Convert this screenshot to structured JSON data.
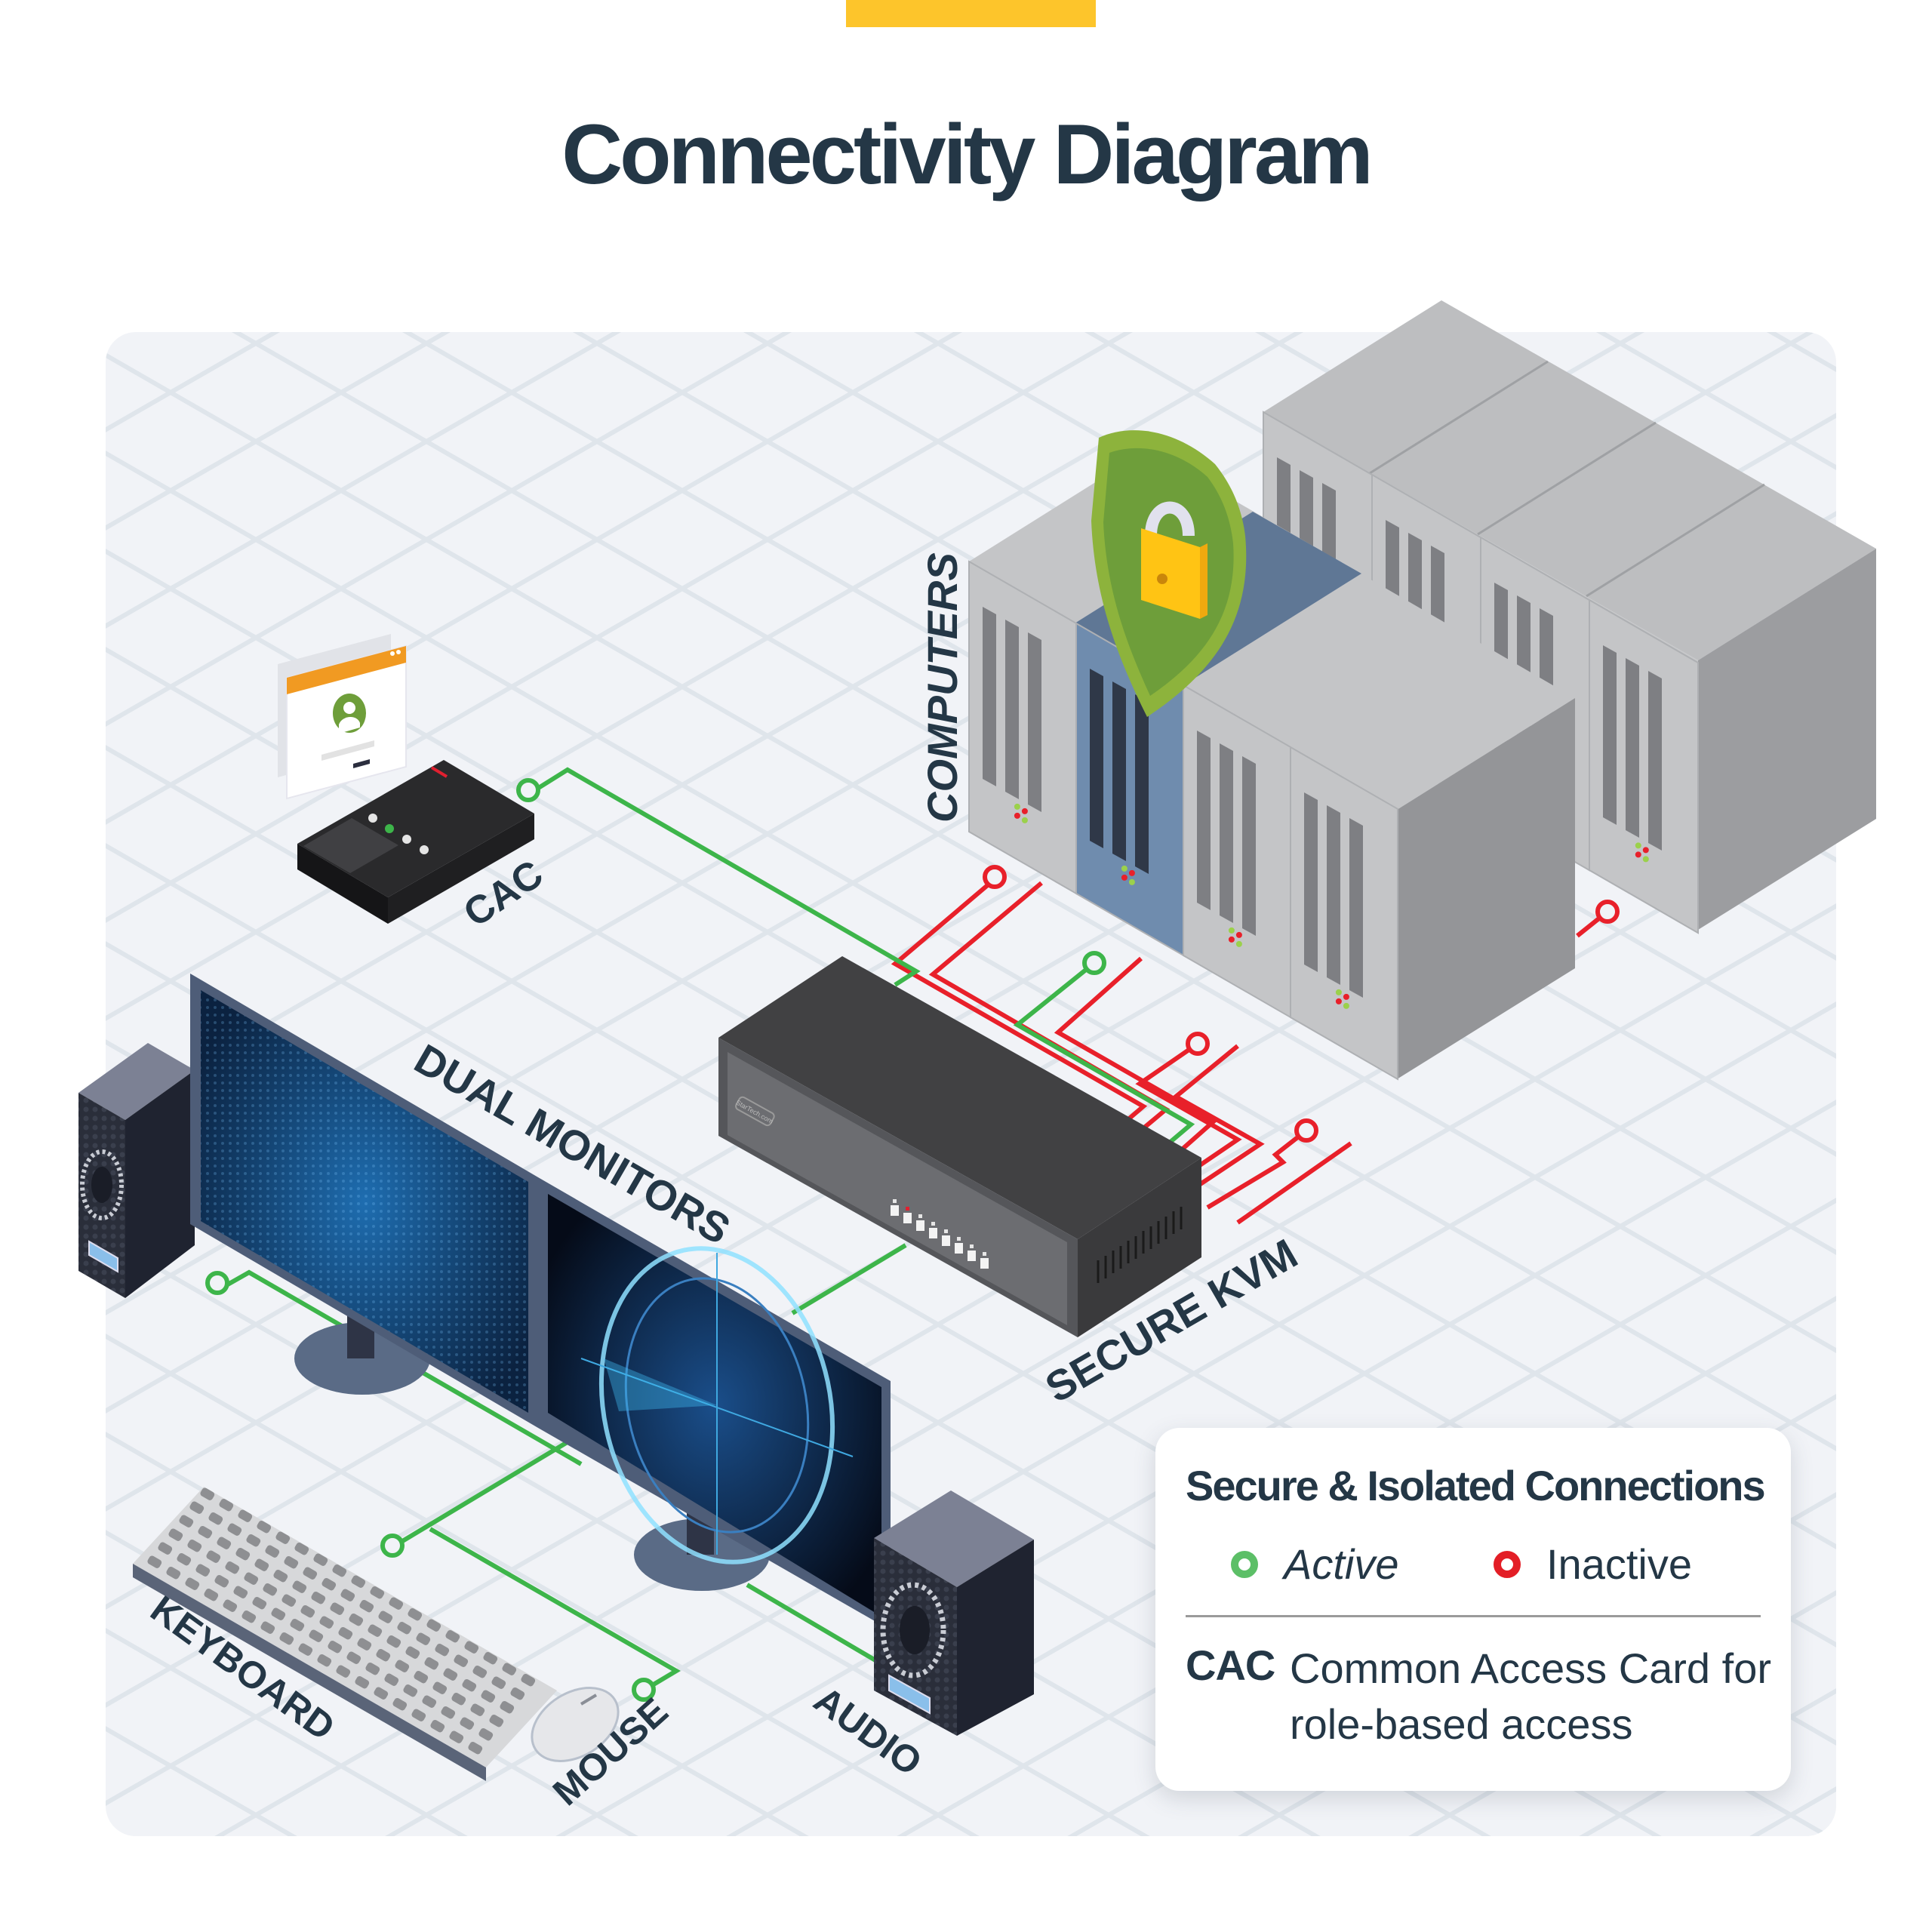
{
  "header": {
    "title": "Connectivity Diagram",
    "accent_color": "#FDC52B"
  },
  "diagram": {
    "labels": {
      "cac": "CAC",
      "computers": "COMPUTERS",
      "dual_monitors": "DUAL MONITORS",
      "secure_kvm": "SECURE KVM",
      "keyboard": "KEYBOARD",
      "mouse": "MOUSE",
      "audio": "AUDIO"
    },
    "kvm_brand": "StarTech.com",
    "kvm_port_count": 8,
    "computer_count": 8,
    "highlighted_computer_icon": "shield-lock-icon",
    "login_window_icon": "user-login-icon",
    "connections": [
      {
        "from": "CAC",
        "to": "SECURE KVM",
        "status": "active"
      },
      {
        "from": "COMPUTERS",
        "to": "SECURE KVM",
        "status": "active",
        "count": 1
      },
      {
        "from": "COMPUTERS",
        "to": "SECURE KVM",
        "status": "inactive",
        "count": 7
      },
      {
        "from": "DUAL MONITORS",
        "to": "SECURE KVM",
        "status": "active"
      },
      {
        "from": "KEYBOARD",
        "to": "SECURE KVM",
        "status": "active"
      },
      {
        "from": "MOUSE",
        "to": "SECURE KVM",
        "status": "active"
      },
      {
        "from": "AUDIO",
        "to": "SECURE KVM",
        "status": "active"
      }
    ],
    "colors": {
      "active": "#3DB54A",
      "inactive": "#E8202A",
      "label": "#243746",
      "panel_bg": "#F1F3F7"
    }
  },
  "legend": {
    "title": "Secure & Isolated Connections",
    "items": [
      {
        "label": "Active",
        "color": "#5CBF67",
        "status": "active"
      },
      {
        "label": "Inactive",
        "color": "#E31E26",
        "status": "inactive"
      }
    ],
    "abbreviation": {
      "term": "CAC",
      "definition": "Common Access Card for role-based access"
    }
  }
}
